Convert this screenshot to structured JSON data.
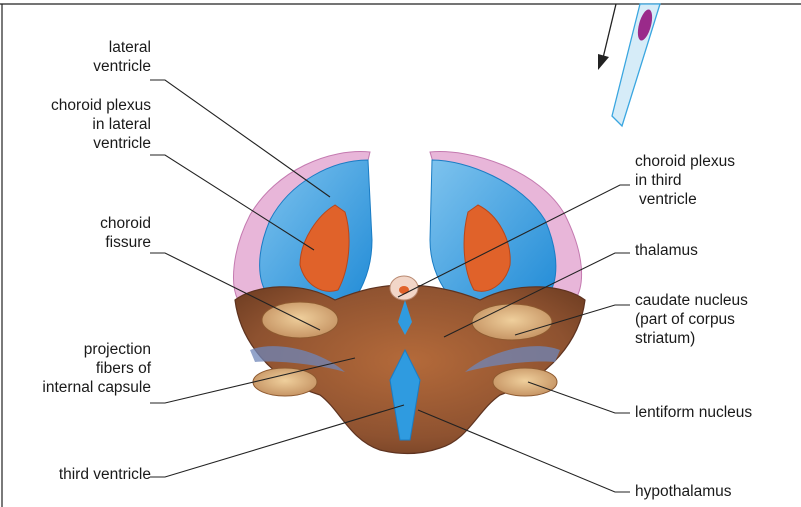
{
  "labels": {
    "lateral_ventricle": [
      "lateral",
      "ventricle"
    ],
    "choroid_plexus_lateral": [
      "choroid plexus",
      "in lateral",
      "ventricle"
    ],
    "choroid_fissure": [
      "choroid",
      "fissure"
    ],
    "projection_fibers": [
      "projection",
      "fibers of",
      "internal capsule"
    ],
    "third_ventricle": [
      "third ventricle"
    ],
    "choroid_plexus_third": [
      "choroid plexus",
      "in third",
      "ventricle"
    ],
    "thalamus": [
      "thalamus"
    ],
    "caudate_nucleus": [
      "caudate nucleus",
      "(part of corpus",
      "striatum)"
    ],
    "lentiform_nucleus": [
      "lentiform nucleus"
    ],
    "hypothalamus": [
      "hypothalamus"
    ]
  },
  "colors": {
    "ventricle_blue": "#2f9be0",
    "ventricle_light": "#a9d4ef",
    "outer_pink": "#d98fc4",
    "outer_pink_light": "#e8b6d9",
    "choroid_orange": "#e0622a",
    "brain_brown": "#9c5a32",
    "brain_brown_dark": "#7a4425",
    "nucleus_tan": "#d9b07a",
    "section_plane": "#d6ecf8",
    "section_plane_edge": "#3aa6e0",
    "section_mark": "#9a2a8a"
  },
  "icons": {
    "section_arrow": "down-left-arrow-icon",
    "section_plane": "section-plane-icon"
  }
}
